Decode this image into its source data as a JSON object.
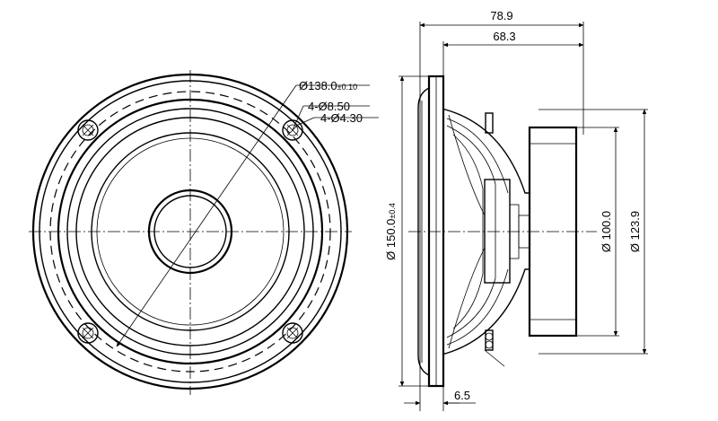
{
  "front_view": {
    "diameter_label": "Ø138.0",
    "diameter_tol": "±0.10",
    "hole_large_label": "4-Ø8.50",
    "hole_small_label": "4-Ø4.30"
  },
  "side_view": {
    "total_depth_label": "78.9",
    "body_depth_label": "68.3",
    "flange_label": "6.5",
    "outer_diameter_label": "Ø 150.0",
    "outer_diameter_tol": "±0.4",
    "magnet_diameter_label": "Ø 100.0",
    "frame_diameter_label": "Ø 123.9"
  },
  "colors": {
    "line": "#000000",
    "background": "#ffffff"
  }
}
